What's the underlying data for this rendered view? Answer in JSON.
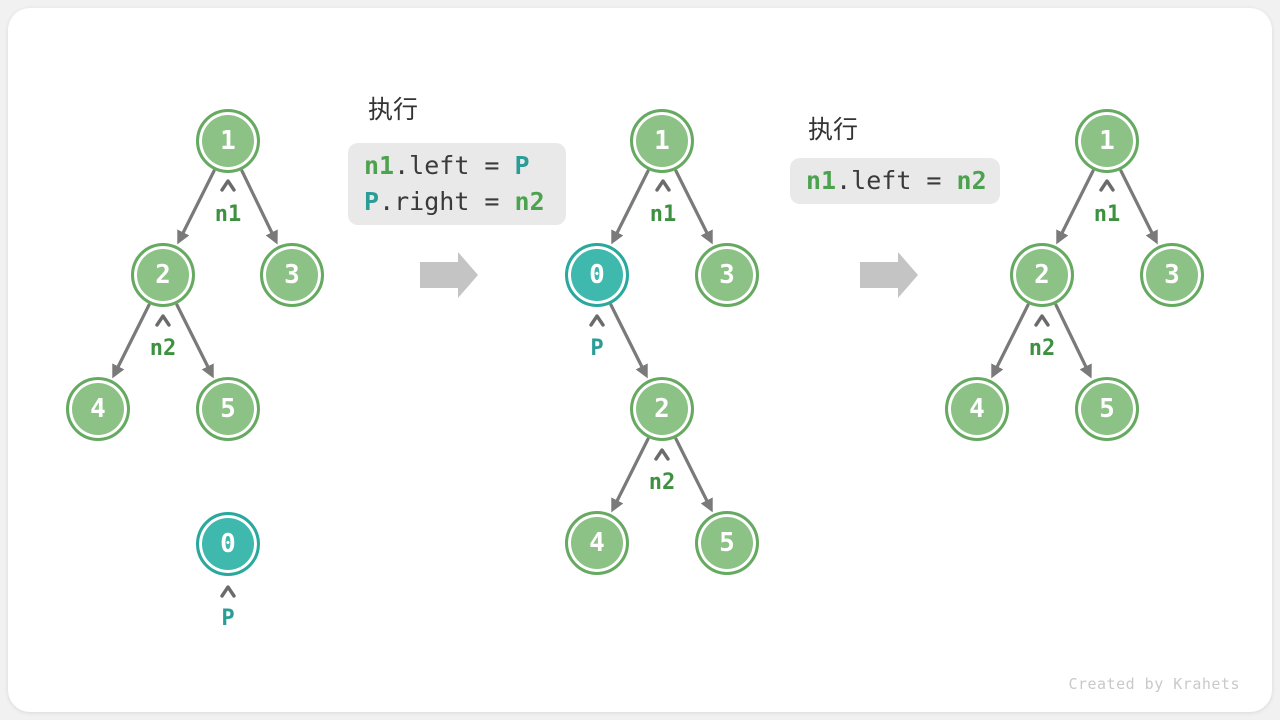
{
  "footer": {
    "credit": "Created by Krahets"
  },
  "exec1": {
    "label": "执行",
    "l1t1": "n1",
    "l1t2": ".left = ",
    "l1t3": "P",
    "l2t1": "P",
    "l2t2": ".right = ",
    "l2t3": "n2"
  },
  "exec2": {
    "label": "执行",
    "l1t1": "n1",
    "l1t2": ".left = ",
    "l1t3": "n2"
  },
  "trees": {
    "initial": {
      "node1": "1",
      "node2": "2",
      "node3": "3",
      "node4": "4",
      "node5": "5",
      "nodeP": "0",
      "ptrN1": "n1",
      "ptrN2": "n2",
      "ptrP": "P"
    },
    "inserted": {
      "node1": "1",
      "nodeP": "0",
      "node3": "3",
      "node2": "2",
      "node4": "4",
      "node5": "5",
      "ptrN1": "n1",
      "ptrP": "P",
      "ptrN2": "n2"
    },
    "final": {
      "node1": "1",
      "node2": "2",
      "node3": "3",
      "node4": "4",
      "node5": "5",
      "ptrN1": "n1",
      "ptrN2": "n2"
    }
  },
  "colors": {
    "node_green_fill": "#8CC285",
    "node_green_border": "#66AA61",
    "node_teal_fill": "#3FB8AE",
    "node_teal_border": "#2AA89E",
    "edge_gray": "#7a7a7a",
    "big_arrow_gray": "#c4c4c4",
    "label_green": "#3F9142",
    "label_teal": "#2B9D96",
    "code_green": "#4CA24E",
    "code_teal": "#2B9D96",
    "code_bg": "#e9e9e9"
  }
}
